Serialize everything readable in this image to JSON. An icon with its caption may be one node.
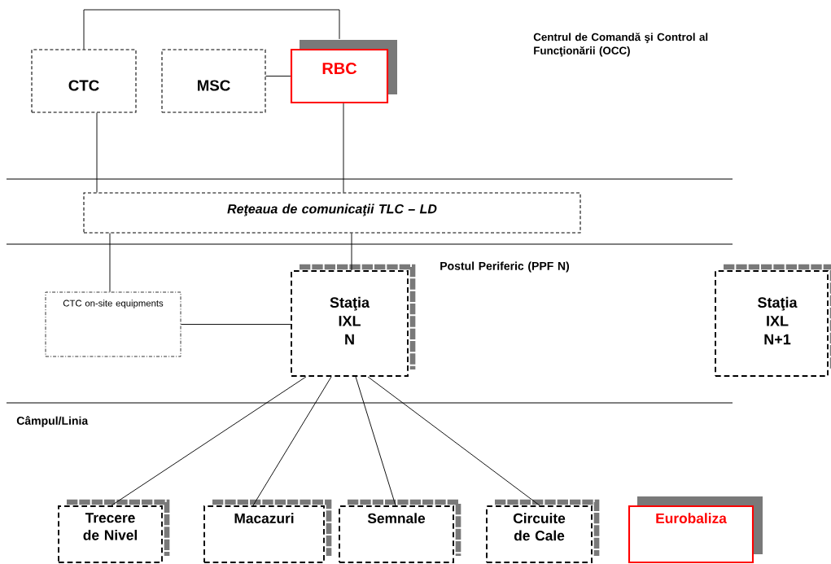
{
  "diagram": {
    "nodes": [
      {
        "text": [
          "CTC"
        ]
      },
      {
        "text": [
          "MSC"
        ]
      },
      {
        "text": [
          "RBC"
        ]
      },
      {
        "text": [
          "Reţeaua de comunicaţii TLC – LD"
        ]
      },
      {
        "text": [
          "CTC on-site equipments"
        ]
      },
      {
        "text": [
          "Staţia IXL N"
        ]
      },
      {
        "text": [
          "Staţia IXL N+1"
        ]
      },
      {
        "text": [
          "Trecere de Nivel"
        ]
      },
      {
        "text": [
          "Macazuri"
        ]
      },
      {
        "text": [
          "Semnale"
        ]
      },
      {
        "text": [
          "Circuite de Cale"
        ]
      },
      {
        "text": [
          "Eurobaliza"
        ]
      }
    ],
    "edges": [
      {
        "from": 0,
        "to": 2,
        "arrow": "none"
      },
      {
        "from": 1,
        "to": 2,
        "arrow": "none"
      },
      {
        "from": 0,
        "to": 3,
        "arrow": "none"
      },
      {
        "from": 2,
        "to": 3,
        "arrow": "none"
      },
      {
        "from": 3,
        "to": 4,
        "arrow": "none"
      },
      {
        "from": 3,
        "to": 5,
        "arrow": "none"
      },
      {
        "from": 4,
        "to": 5,
        "arrow": "none"
      },
      {
        "from": 5,
        "to": 7,
        "arrow": "none"
      },
      {
        "from": 5,
        "to": 8,
        "arrow": "none"
      },
      {
        "from": 5,
        "to": 9,
        "arrow": "none"
      },
      {
        "from": 5,
        "to": 10,
        "arrow": "none"
      }
    ],
    "labels": [
      "Centrul de Comandă şi Control al Funcţionării (OCC)",
      "Postul Periferic (PPF N)",
      "Câmpul/Linia"
    ]
  }
}
